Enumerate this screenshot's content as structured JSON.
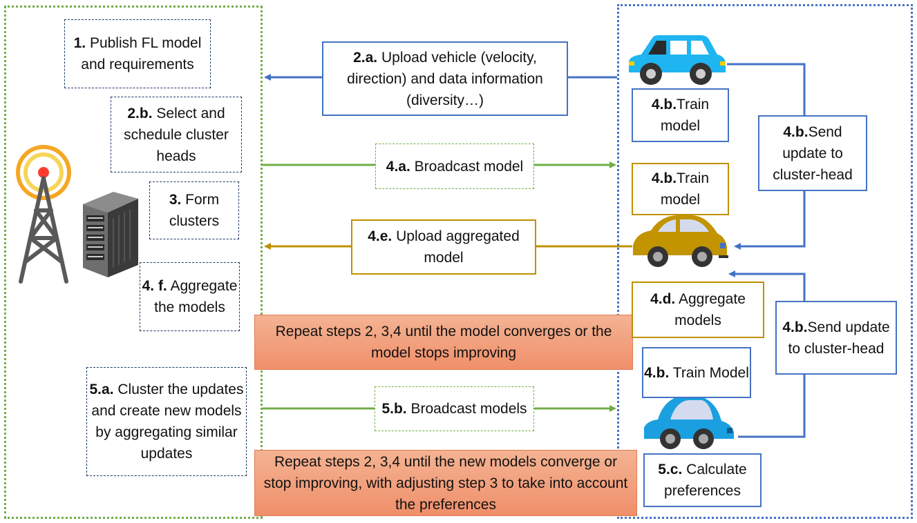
{
  "colors": {
    "left_border": "#70ad47",
    "right_border": "#4472c4",
    "arrow_blue": "#4472c4",
    "arrow_green": "#70ad47",
    "arrow_gold": "#bf9000",
    "repeat_fill": "#f4b183"
  },
  "left_steps": {
    "s1": {
      "num": "1.",
      "text": "Publish FL model and requirements"
    },
    "s2b": {
      "num": "2.b.",
      "text": "Select and schedule cluster heads"
    },
    "s3": {
      "num": "3.",
      "text": "Form clusters"
    },
    "s4f": {
      "num": "4. f.",
      "text": "Aggregate the models"
    },
    "s5a": {
      "num": "5.a.",
      "text": "Cluster the updates and create new models by aggregating similar updates"
    }
  },
  "arrows": {
    "a2a": {
      "num": "2.a.",
      "text": "Upload vehicle (velocity, direction) and data information (diversity…)"
    },
    "a4a": {
      "num": "4.a.",
      "text": "Broadcast model"
    },
    "a4e": {
      "num": "4.e.",
      "text": "Upload aggregated model"
    },
    "a5b": {
      "num": "5.b.",
      "text": "Broadcast models"
    }
  },
  "repeat": {
    "r1": "Repeat steps 2, 3,4 until the model converges or the model stops improving",
    "r2": "Repeat steps 2, 3,4 until the new  models converge or stop improving, with adjusting step 3 to take into account the preferences"
  },
  "right_steps": {
    "train1": {
      "num": "4.b.",
      "text": "Train model"
    },
    "train2": {
      "num": "4.b.",
      "text": "Train model"
    },
    "train3": {
      "num": "4.b.",
      "text": "Train Model"
    },
    "aggregate": {
      "num": "4.d.",
      "text": "Aggregate models"
    },
    "send1": {
      "num": "4.b.",
      "text": "Send update to cluster-head"
    },
    "send2": {
      "num": "4.b.",
      "text": "Send update to cluster-head"
    },
    "calc": {
      "num": "5.c.",
      "text": "Calculate preferences"
    }
  },
  "icons": [
    "cell-tower-icon",
    "server-rack-icon",
    "blue-car-icon",
    "gold-car-icon",
    "small-blue-car-icon"
  ]
}
